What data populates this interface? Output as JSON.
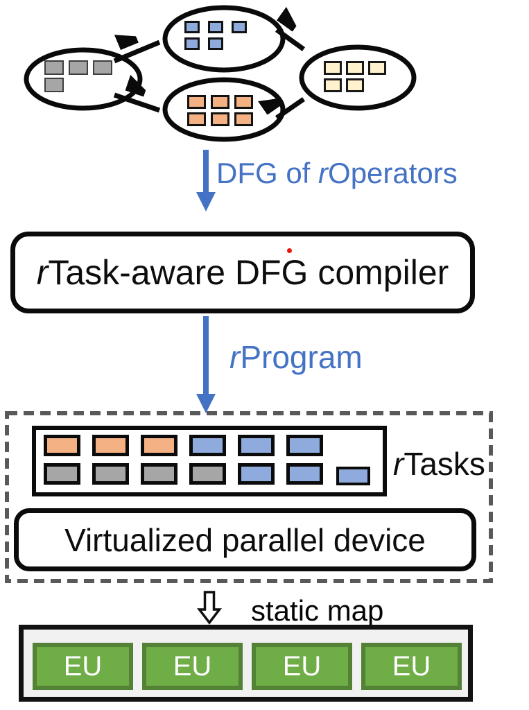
{
  "labels": {
    "dfg_of_operators": {
      "pre": "DFG of ",
      "italic": "r",
      "post": "Operators"
    },
    "compiler": {
      "italic": "r",
      "post": "Task-aware DFG compiler"
    },
    "program": {
      "italic": "r",
      "post": "Program"
    },
    "rtasks": {
      "italic": "r",
      "post": "Tasks"
    },
    "virtualized_device": "Virtualized parallel device",
    "static_map": "static map"
  },
  "dfg_nodes": [
    {
      "name": "input-node",
      "color": "gray",
      "square_count": 4
    },
    {
      "name": "operator-node-blue",
      "color": "blue",
      "square_count": 5
    },
    {
      "name": "operator-node-orange",
      "color": "orange",
      "square_count": 6
    },
    {
      "name": "output-node",
      "color": "yellow",
      "square_count": 5
    }
  ],
  "rtasks_grid": {
    "row1": [
      "orange",
      "orange",
      "orange",
      "blue",
      "blue",
      "blue"
    ],
    "row2": [
      "gray",
      "gray",
      "gray",
      "gray",
      "blue",
      "blue",
      "blue"
    ]
  },
  "execution_units": [
    "EU",
    "EU",
    "EU",
    "EU"
  ],
  "colors": {
    "accent_blue": "#4472C4",
    "node_gray": "#A6A6A6",
    "node_blue": "#8FAADC",
    "node_orange": "#F4B183",
    "node_yellow": "#FFF2CC",
    "task_border": "#0b0b0b",
    "dashed_border_gray": "#595959",
    "eu_green": "#6FAD46",
    "eu_green_border": "#538135",
    "eu_panel_bg": "#F1F1F1",
    "red_dot": "#ee1409"
  }
}
